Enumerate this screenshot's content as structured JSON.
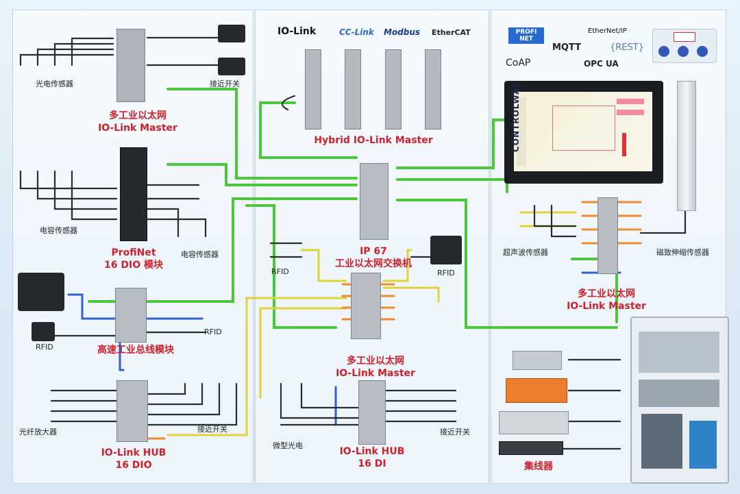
{
  "protocols": {
    "iolink": "IO-Link",
    "cclink": "CC-Link",
    "modbus": "Modbus",
    "ethercat": "EtherCAT",
    "profinet": "PROFI NET",
    "ethernetip": "EtherNet/IP",
    "mqtt": "MQTT",
    "rest": "{REST}",
    "coap": "CoAP",
    "opcua": "OPC UA"
  },
  "hmi": {
    "brand": "CONTROLWAY"
  },
  "modules": {
    "master_left": [
      "多工业以太网",
      "IO-Link Master"
    ],
    "hybrid": "Hybrid IO-Link Master",
    "profinet": [
      "ProfiNet",
      "16 DIO 模块"
    ],
    "switch": [
      "IP 67",
      "工业以太网交换机"
    ],
    "master_right": [
      "多工业以太网",
      "IO-Link Master"
    ],
    "fieldbus": "高速工业总线模块",
    "master_center": [
      "多工业以太网",
      "IO-Link Master"
    ],
    "hub_left": [
      "IO-Link HUB",
      "16 DIO"
    ],
    "hub_center": [
      "IO-Link HUB",
      "16 DI"
    ],
    "concentrator": "集线器"
  },
  "sensors": {
    "photoelectric": "光电传感器",
    "proximity_top": "接近开关",
    "capacitive_left": "电容传感器",
    "capacitive_right": "电容传感器",
    "rfid_center_left": "RFID",
    "rfid_center_right": "RFID",
    "ultrasonic": "超声波传感器",
    "magnetostrictive": "磁致伸缩传感器",
    "rfid_left": "RFID",
    "rfid_left2": "RFID",
    "fiber_amp": "光纤放大器",
    "proximity_bl": "接近开关",
    "micro_photo": "微型光电",
    "proximity_bc": "接近开关"
  },
  "colors": {
    "ethernet": "#4cc63a",
    "power": "#e0d23a",
    "iolink": "#333333",
    "fieldbus": "#2f5fd0",
    "label_red": "#d0202a"
  }
}
